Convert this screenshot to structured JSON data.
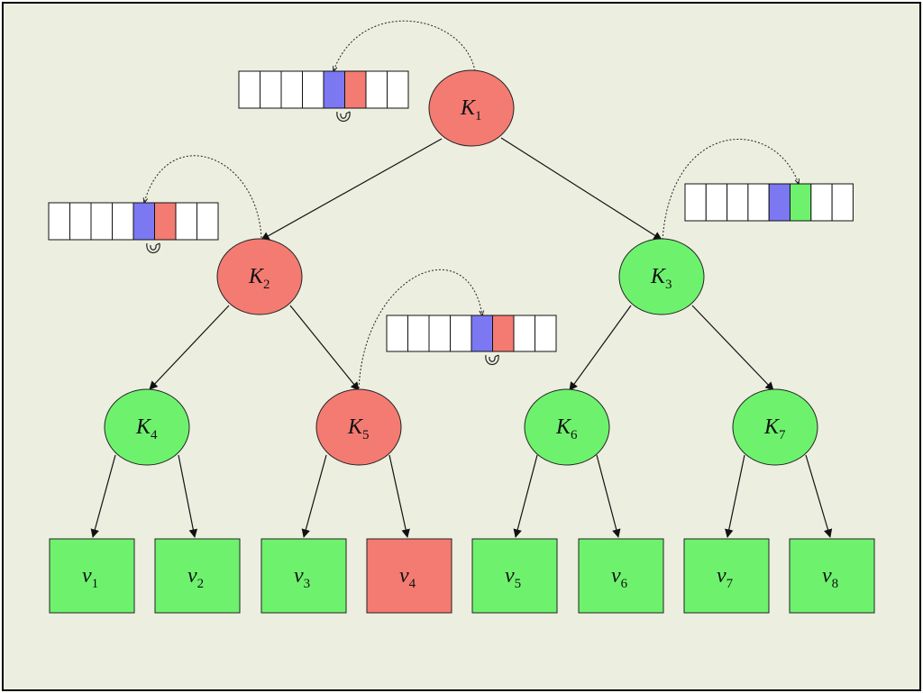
{
  "colors": {
    "background": "#eceedf",
    "red": "#f47b72",
    "green": "#6ef26e",
    "blue": "#7b78f2",
    "white": "#ffffff"
  },
  "nodes": [
    {
      "id": "K1",
      "letter": "K",
      "sub": "1",
      "color": "red"
    },
    {
      "id": "K2",
      "letter": "K",
      "sub": "2",
      "color": "red"
    },
    {
      "id": "K3",
      "letter": "K",
      "sub": "3",
      "color": "green"
    },
    {
      "id": "K4",
      "letter": "K",
      "sub": "4",
      "color": "green"
    },
    {
      "id": "K5",
      "letter": "K",
      "sub": "5",
      "color": "red"
    },
    {
      "id": "K6",
      "letter": "K",
      "sub": "6",
      "color": "green"
    },
    {
      "id": "K7",
      "letter": "K",
      "sub": "7",
      "color": "green"
    }
  ],
  "leaves": [
    {
      "id": "v1",
      "letter": "v",
      "sub": "1",
      "color": "green"
    },
    {
      "id": "v2",
      "letter": "v",
      "sub": "2",
      "color": "green"
    },
    {
      "id": "v3",
      "letter": "v",
      "sub": "3",
      "color": "green"
    },
    {
      "id": "v4",
      "letter": "v",
      "sub": "4",
      "color": "red"
    },
    {
      "id": "v5",
      "letter": "v",
      "sub": "5",
      "color": "green"
    },
    {
      "id": "v6",
      "letter": "v",
      "sub": "6",
      "color": "green"
    },
    {
      "id": "v7",
      "letter": "v",
      "sub": "7",
      "color": "green"
    },
    {
      "id": "v8",
      "letter": "v",
      "sub": "8",
      "color": "green"
    }
  ],
  "edges": [
    [
      "K1",
      "K2"
    ],
    [
      "K1",
      "K3"
    ],
    [
      "K2",
      "K4"
    ],
    [
      "K2",
      "K5"
    ],
    [
      "K3",
      "K6"
    ],
    [
      "K3",
      "K7"
    ],
    [
      "K4",
      "v1"
    ],
    [
      "K4",
      "v2"
    ],
    [
      "K5",
      "v3"
    ],
    [
      "K5",
      "v4"
    ],
    [
      "K6",
      "v5"
    ],
    [
      "K6",
      "v6"
    ],
    [
      "K7",
      "v7"
    ],
    [
      "K7",
      "v8"
    ]
  ],
  "arrays": [
    {
      "attached_to": "K1",
      "cells": [
        "white",
        "white",
        "white",
        "white",
        "blue",
        "red",
        "white",
        "white"
      ],
      "swap_marker": true
    },
    {
      "attached_to": "K2",
      "cells": [
        "white",
        "white",
        "white",
        "white",
        "blue",
        "red",
        "white",
        "white"
      ],
      "swap_marker": true
    },
    {
      "attached_to": "K5",
      "cells": [
        "white",
        "white",
        "white",
        "white",
        "blue",
        "red",
        "white",
        "white"
      ],
      "swap_marker": true
    },
    {
      "attached_to": "K3",
      "cells": [
        "white",
        "white",
        "white",
        "white",
        "blue",
        "green",
        "white",
        "white"
      ],
      "swap_marker": false
    }
  ]
}
